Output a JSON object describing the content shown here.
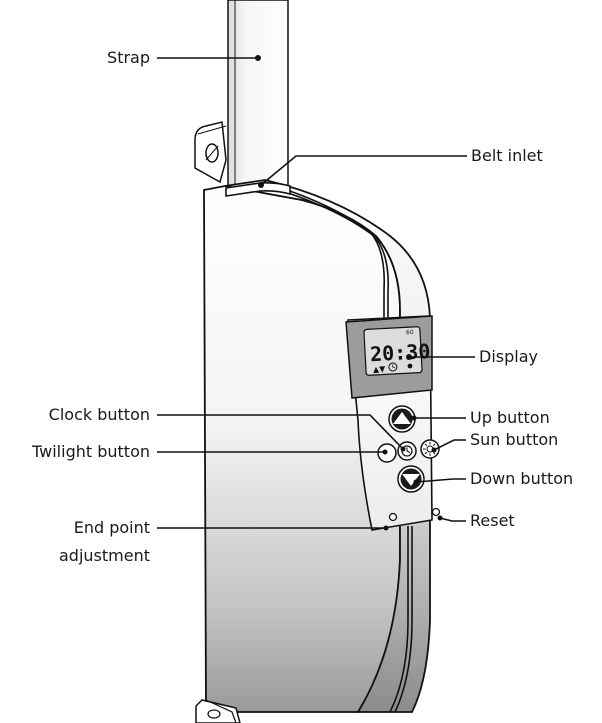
{
  "diagram": {
    "display": {
      "time": "20:30",
      "small_value": "60"
    },
    "labels": {
      "strap": "Strap",
      "belt_inlet": "Belt inlet",
      "display": "Display",
      "clock_button": "Clock button",
      "up_button": "Up button",
      "twilight_button": "Twilight button",
      "sun_button": "Sun button",
      "down_button": "Down button",
      "end_point_adjustment_line1": "End point",
      "end_point_adjustment_line2": "adjustment",
      "reset": "Reset"
    },
    "colors": {
      "outline": "#111111",
      "body_light": "#ffffff",
      "body_dark": "#9a9a9a",
      "display_frame": "#9c9c9c",
      "lcd": "#dcdcdc"
    }
  }
}
